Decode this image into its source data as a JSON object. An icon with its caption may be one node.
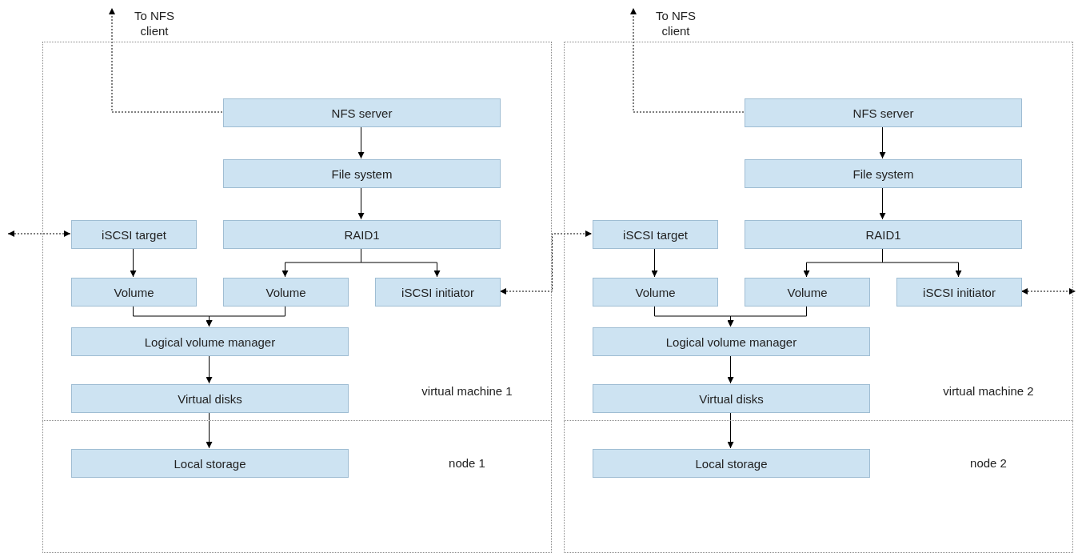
{
  "diagram": {
    "nodes": [
      {
        "text": [
          "virtual machine 1"
        ]
      },
      {
        "text": [
          "To NFS client"
        ]
      },
      {
        "text": [
          "NFS server"
        ],
        "in": 0
      },
      {
        "text": [
          "File system"
        ],
        "in": 0
      },
      {
        "text": [
          "iSCSI target"
        ],
        "in": 0
      },
      {
        "text": [
          "RAID1"
        ],
        "in": 0
      },
      {
        "text": [
          "Volume"
        ],
        "in": 0
      },
      {
        "text": [
          "Volume"
        ],
        "in": 0
      },
      {
        "text": [
          "iSCSI initiator"
        ],
        "in": 0
      },
      {
        "text": [
          "Logical volume manager"
        ],
        "in": 0
      },
      {
        "text": [
          "Virtual disks"
        ],
        "in": 0
      },
      {
        "text": [
          "node 1"
        ]
      },
      {
        "text": [
          "Local storage"
        ],
        "in": 11
      },
      {
        "text": [
          "virtual machine 2"
        ]
      },
      {
        "text": [
          "To NFS client"
        ]
      },
      {
        "text": [
          "NFS server"
        ],
        "in": 13
      },
      {
        "text": [
          "File system"
        ],
        "in": 13
      },
      {
        "text": [
          "iSCSI target"
        ],
        "in": 13
      },
      {
        "text": [
          "RAID1"
        ],
        "in": 13
      },
      {
        "text": [
          "Volume"
        ],
        "in": 13
      },
      {
        "text": [
          "Volume"
        ],
        "in": 13
      },
      {
        "text": [
          "iSCSI initiator"
        ],
        "in": 13
      },
      {
        "text": [
          "Logical volume manager"
        ],
        "in": 13
      },
      {
        "text": [
          "Virtual disks"
        ],
        "in": 13
      },
      {
        "text": [
          "node 2"
        ]
      },
      {
        "text": [
          "Local storage"
        ],
        "in": 24
      }
    ],
    "edges": [
      {
        "from": 2,
        "to": 1,
        "arrow": "to",
        "style": "dashed"
      },
      {
        "from": 2,
        "to": 3,
        "arrow": "to"
      },
      {
        "from": 3,
        "to": 5,
        "arrow": "to"
      },
      {
        "from": null,
        "to": 4,
        "arrow": "both",
        "style": "dashed"
      },
      {
        "from": 5,
        "to": 7,
        "arrow": "to"
      },
      {
        "from": 5,
        "to": 8,
        "arrow": "to"
      },
      {
        "from": 4,
        "to": 6,
        "arrow": "to"
      },
      {
        "from": 6,
        "to": 9,
        "arrow": "to"
      },
      {
        "from": 7,
        "to": 9,
        "arrow": "to"
      },
      {
        "from": 9,
        "to": 10,
        "arrow": "to"
      },
      {
        "from": 10,
        "to": 12,
        "arrow": "to"
      },
      {
        "from": 8,
        "to": 17,
        "arrow": "both",
        "style": "dashed"
      },
      {
        "from": 15,
        "to": 14,
        "arrow": "to",
        "style": "dashed"
      },
      {
        "from": 15,
        "to": 16,
        "arrow": "to"
      },
      {
        "from": 16,
        "to": 18,
        "arrow": "to"
      },
      {
        "from": 18,
        "to": 20,
        "arrow": "to"
      },
      {
        "from": 18,
        "to": 21,
        "arrow": "to"
      },
      {
        "from": 17,
        "to": 19,
        "arrow": "to"
      },
      {
        "from": 19,
        "to": 22,
        "arrow": "to"
      },
      {
        "from": 20,
        "to": 22,
        "arrow": "to"
      },
      {
        "from": 22,
        "to": 23,
        "arrow": "to"
      },
      {
        "from": 23,
        "to": 25,
        "arrow": "to"
      },
      {
        "from": 21,
        "to": null,
        "arrow": "both",
        "style": "dashed"
      }
    ]
  }
}
